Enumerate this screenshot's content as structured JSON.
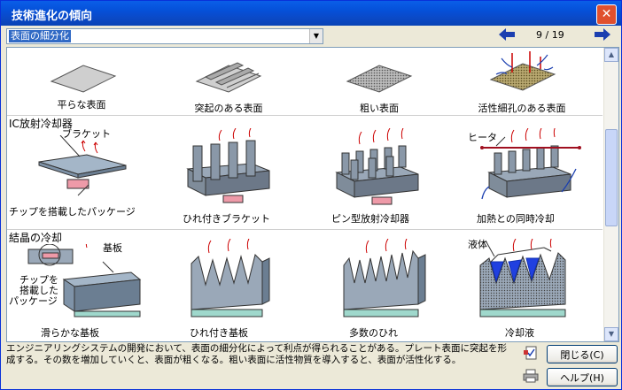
{
  "window": {
    "title": "技術進化の傾向",
    "close_label": "✕"
  },
  "toolbar": {
    "category": "表面の細分化",
    "page": "9 / 19",
    "prev_icon": "◀",
    "next_icon": "▶"
  },
  "surfaces": {
    "captions": [
      "平らな表面",
      "突起のある表面",
      "粗い表面",
      "活性細孔のある表面"
    ]
  },
  "ic_section": {
    "label": "IC放射冷却器",
    "captions": [
      "チップを搭載したパッケージ",
      "ひれ付きブラケット",
      "ピン型放射冷却器",
      "加熱との同時冷却"
    ],
    "bracket_label": "ブラケット",
    "heater_label": "ヒータ"
  },
  "crystal_section": {
    "label": "結晶の冷却",
    "captions": [
      "滑らかな基板",
      "ひれ付き基板",
      "多数のひれ",
      "冷却液"
    ],
    "substrate_label": "基板",
    "chip_label_1": "チップを",
    "chip_label_2": "搭載した",
    "chip_label_3": "パッケージ",
    "liquid_label": "液体"
  },
  "footer": {
    "description": "エンジニアリングシステムの開発において、表面の細分化によって利点が得られることがある。プレート表面に突起を形成する。その数を増加していくと、表面が粗くなる。粗い表面に活性物質を導入すると、表面が活性化する。",
    "close_button": "閉じる(C)",
    "help_button": "ヘルプ(H)"
  },
  "colors": {
    "titlebar": "#0550d8",
    "accent": "#1b3fb0",
    "arrow_red": "#cc0000"
  }
}
